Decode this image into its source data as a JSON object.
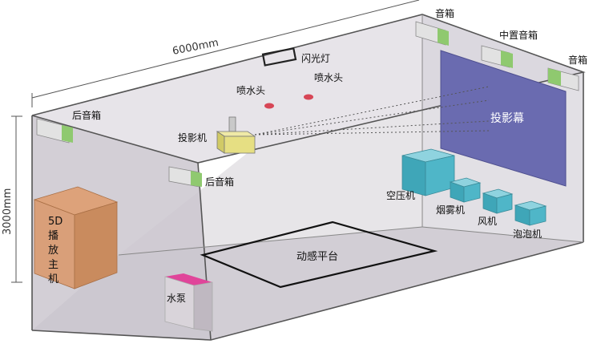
{
  "dimensions": {
    "length": "6000mm",
    "height": "3000mm"
  },
  "labels": {
    "speaker_top_right": "音箱",
    "speaker_center": "中置音箱",
    "speaker_right": "音箱",
    "strobe": "闪光灯",
    "sprinkler_left": "喷水头",
    "sprinkler_right": "喷水头",
    "rear_speaker_left": "后音箱",
    "rear_speaker_front": "后音箱",
    "projector": "投影机",
    "screen": "投影幕",
    "air_compressor": "空压机",
    "fog_machine": "烟雾机",
    "fan": "风机",
    "bubble_machine": "泡泡机",
    "motion_platform": "动感平台",
    "player_lines": [
      "5D",
      "播",
      "放",
      "主",
      "机"
    ],
    "water_pump": "水泵"
  },
  "colors": {
    "room_fill": "#cfcbd1",
    "screen": "#6a6bb0",
    "speaker_green": "#8fc96f",
    "equipment_cyan": "#4fb6c8",
    "player_box": "#c98b5e",
    "pump_top": "#e0459a",
    "projector_box": "#e6df83"
  }
}
